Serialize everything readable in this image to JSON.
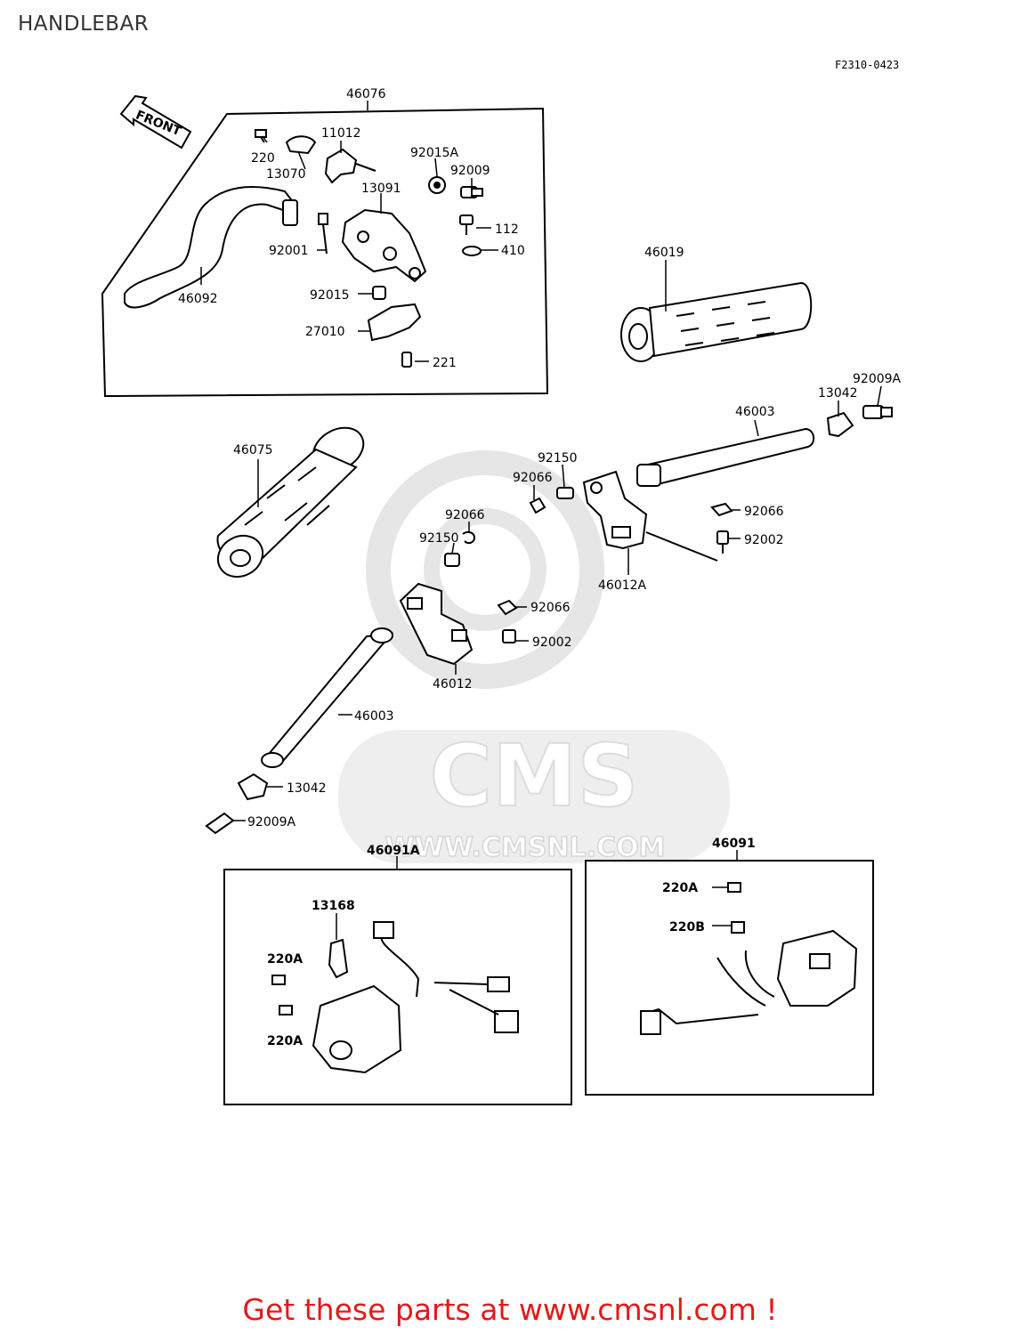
{
  "header": {
    "title": "HANDLEBAR",
    "diagram_code": "F2310-0423"
  },
  "front_arrow_label": "FRONT",
  "watermark": {
    "text": "CMS",
    "url": "WWW.CMSNL.COM"
  },
  "callouts": {
    "c46076": "46076",
    "c11012": "11012",
    "c220": "220",
    "c13070": "13070",
    "c92015a": "92015A",
    "c92009": "92009",
    "c13091": "13091",
    "c112": "112",
    "c410": "410",
    "c92001": "92001",
    "c46092": "46092",
    "c92015": "92015",
    "c27010": "27010",
    "c221": "221",
    "c46019": "46019",
    "c46075": "46075",
    "c92009a_r": "92009A",
    "c13042_r": "13042",
    "c46003_r": "46003",
    "c92150_r": "92150",
    "c92066_r1": "92066",
    "c92066_r2": "92066",
    "c92002_r": "92002",
    "c46012a": "46012A",
    "c92066_m": "92066",
    "c92150_m": "92150",
    "c92066_m2": "92066",
    "c92002_m": "92002",
    "c46012": "46012",
    "c46003_l": "46003",
    "c13042_l": "13042",
    "c92009a_l": "92009A",
    "c46091a": "46091A",
    "c13168": "13168",
    "c220a_1": "220A",
    "c220a_2": "220A",
    "c46091": "46091",
    "c220a_3": "220A",
    "c220b": "220B"
  },
  "footer": {
    "cta": "Get these parts at www.cmsnl.com !"
  },
  "colors": {
    "cta": "#e21a1a",
    "line": "#000000",
    "watermark": "#e3e3e3"
  }
}
